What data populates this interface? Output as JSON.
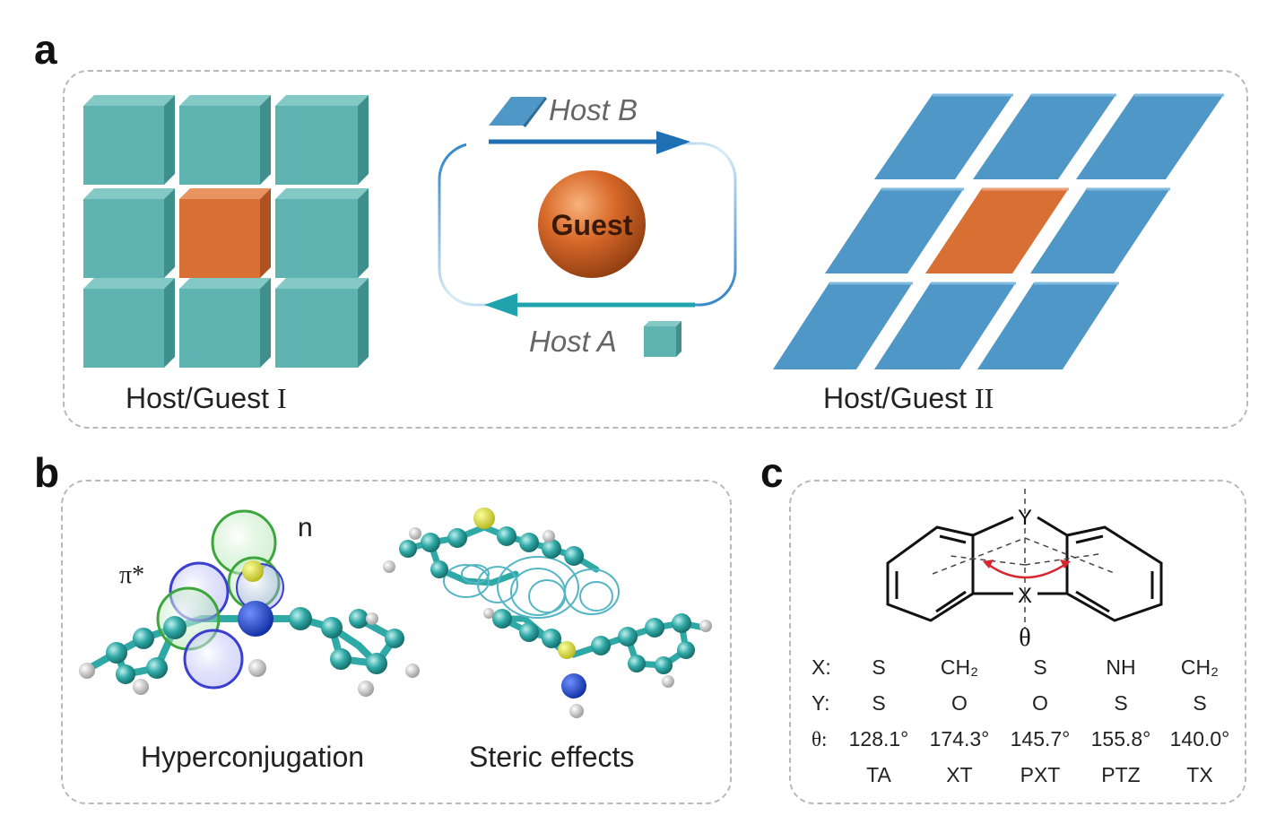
{
  "panels": {
    "a": {
      "letter": "a",
      "left_caption": "Host/Guest ",
      "left_caption_roman": "I",
      "right_caption": "Host/Guest ",
      "right_caption_roman": "II",
      "host_b": "Host B",
      "host_a": "Host A",
      "guest": "Guest"
    },
    "b": {
      "letter": "b",
      "label_pi": "π*",
      "label_n": "n",
      "caption_left": "Hyperconjugation",
      "caption_right": "Steric effects"
    },
    "c": {
      "letter": "c",
      "atom_y": "Y",
      "atom_x": "X",
      "angle_symbol": "θ",
      "rows": [
        {
          "label": "X:",
          "cells": [
            "S",
            "CH₂",
            "S",
            "NH",
            "CH₂"
          ]
        },
        {
          "label": "Y:",
          "cells": [
            "S",
            "O",
            "O",
            "S",
            "S"
          ]
        },
        {
          "label": "θ:",
          "cells": [
            "128.1°",
            "174.3°",
            "145.7°",
            "155.8°",
            "140.0°"
          ]
        },
        {
          "label": "",
          "cells": [
            "TA",
            "XT",
            "PXT",
            "PTZ",
            "TX"
          ]
        }
      ]
    }
  },
  "colors": {
    "teal_cube": "#5fb3b0",
    "blue_rhombus": "#4f97c7",
    "orange": "#d86f33",
    "arrow_blue": "#1f6fb5",
    "arrow_teal": "#1fa3ad",
    "red_arc": "#d6262f"
  }
}
